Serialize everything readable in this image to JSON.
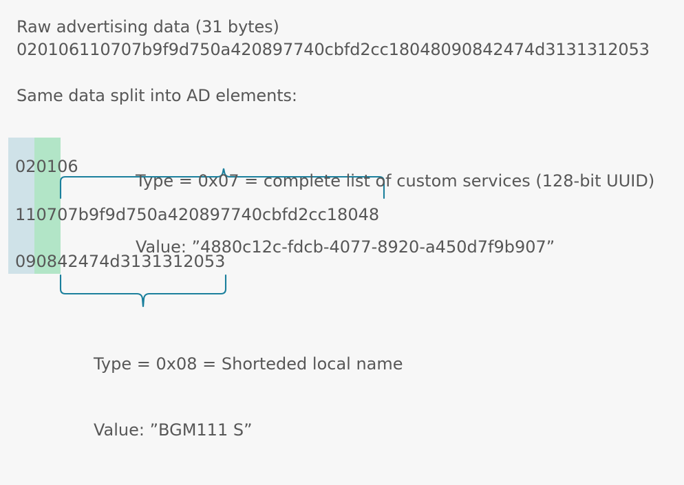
{
  "figure": {
    "background_color": "#f7f7f7",
    "text_color": "#575757",
    "brace_color": "#1a7f9c",
    "highlight_length_color": "#cfe2e8",
    "highlight_type_color": "#b2e5c7"
  },
  "raw": {
    "title": "Raw advertising data (31 bytes)",
    "hex": "020106110707b9f9d750a420897740cbfd2cc18048090842474d3131312053",
    "byte_count": 31
  },
  "split": {
    "title": "Same data split into AD elements:",
    "rows": [
      {
        "hex": "020106"
      },
      {
        "hex": "110707b9f9d750a420897740cbfd2cc18048"
      },
      {
        "hex": "090842474d3131312053"
      }
    ]
  },
  "callouts": {
    "top": {
      "type_line": "Type = 0x07 = complete list of custom services (128-bit UUID)",
      "value_line": "Value: ”4880c12c-fdcb-4077-8920-a450d7f9b907”"
    },
    "bottom": {
      "type_line": "Type = 0x08 = Shorteded local name",
      "value_line": "Value: ”BGM111 S”"
    }
  }
}
